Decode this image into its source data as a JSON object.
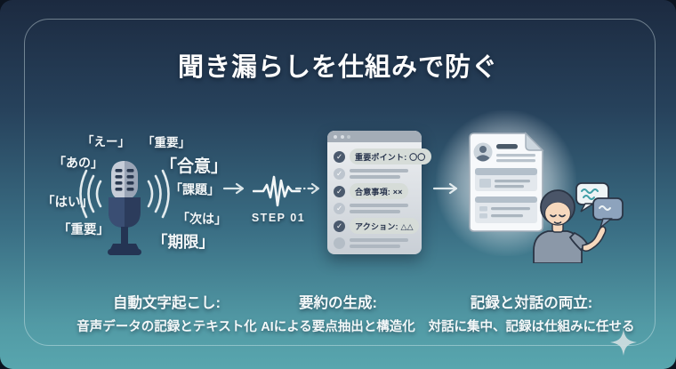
{
  "title": "聞き漏らしを仕組みで防ぐ",
  "left": {
    "words": [
      {
        "text": "「えー」"
      },
      {
        "text": "「重要」"
      },
      {
        "text": "「あの」"
      },
      {
        "text": "「合意」"
      },
      {
        "text": "「はい」"
      },
      {
        "text": "「課題」"
      },
      {
        "text": "「次は」"
      },
      {
        "text": "「重要」"
      },
      {
        "text": "「期限」"
      }
    ]
  },
  "step": {
    "label": "STEP 01"
  },
  "checklist": {
    "items": [
      {
        "style": "pill",
        "checked": true,
        "text": "重要ポイント: 〇〇"
      },
      {
        "style": "lines",
        "checked": true
      },
      {
        "style": "pill",
        "checked": true,
        "text": "合意事項: ××"
      },
      {
        "style": "lines",
        "checked": true
      },
      {
        "style": "pill",
        "checked": true,
        "text": "アクション: △△"
      },
      {
        "style": "lines",
        "checked": false
      }
    ]
  },
  "captions": [
    {
      "heading": "自動文字起こし:",
      "body": "音声データの記録とテキスト化"
    },
    {
      "heading": "要約の生成:",
      "body": "AIによる要点抽出と構造化"
    },
    {
      "heading": "記録と対話の両立:",
      "body": "対話に集中、記録は仕組みに任せる"
    }
  ],
  "icons": {
    "check": "✓",
    "sparkle": "✦",
    "arrow": "→"
  },
  "colors": {
    "bg_top": "#1c2a40",
    "bg_bottom": "#58a6ae",
    "text": "#f4f8f9",
    "card_bg": "#e9edf0",
    "check_dark": "#4b5a6e",
    "check_light": "#bdc5ce",
    "pill_bg": "#d6dcd8",
    "pill_text": "#26324b",
    "bubble_teal": "#3f9ea6",
    "bubble_blue": "#8da3bd",
    "mic_navy": "#2c3c5c"
  }
}
